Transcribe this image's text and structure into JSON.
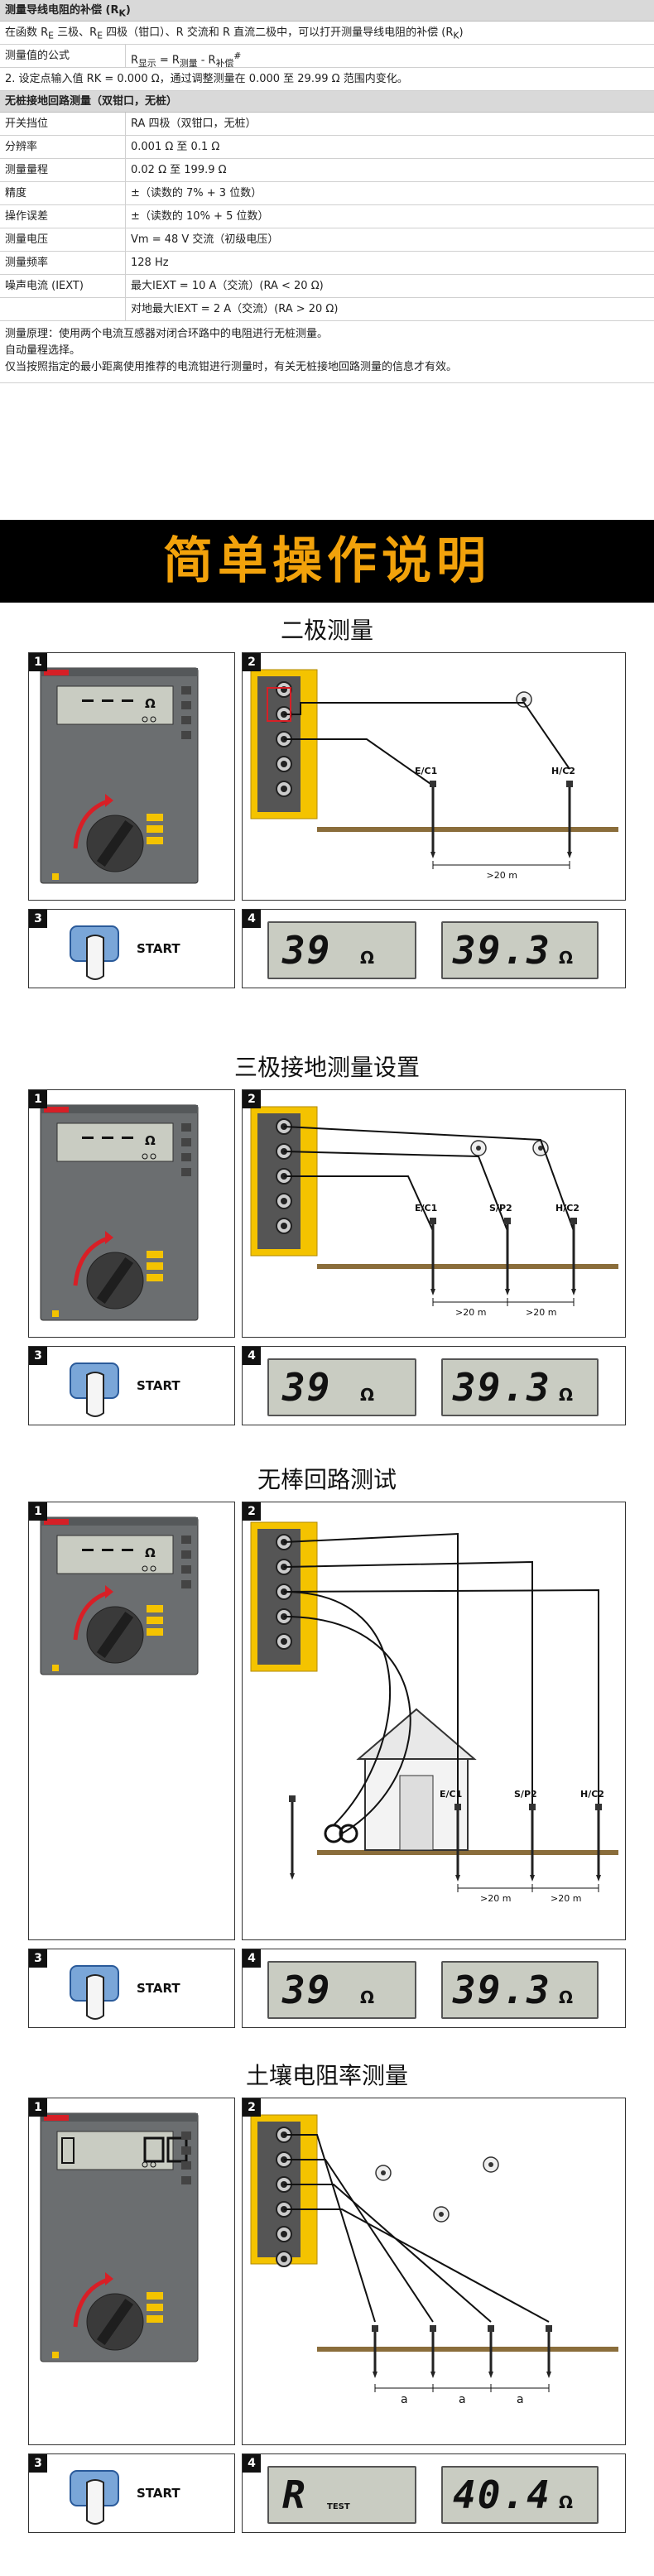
{
  "spec": {
    "sec1": "测量导线电阻的补偿 (R",
    "sec1_sub": "K",
    "sec1_close": ")",
    "row1": "在函数 R",
    "row1_subE1": "E",
    "row1_b": " 三极、R",
    "row1_subE2": "E",
    "row1_c": " 四极（钳口）、R 交流和 R 直流二极中，可以打开测量导线电阻的补偿 (R",
    "row1_subK": "K",
    "row1_d": ")",
    "formula_key": "测量值的公式",
    "formula_a": "R",
    "formula_sub1": "显示",
    "formula_b": " = R",
    "formula_sub2": "测量",
    "formula_c": " - R",
    "formula_sub3": "补偿",
    "formula_sup": "#",
    "row3": "2. 设定点输入值 RK = 0.000 Ω，通过调整测量在 0.000 至 29.99 Ω 范围内变化。",
    "sec2": "无桩接地回路测量（双钳口，无桩）",
    "rows": [
      {
        "k": "开关挡位",
        "v": "RA 四极（双钳口，无桩）"
      },
      {
        "k": "分辨率",
        "v": "0.001 Ω 至 0.1 Ω"
      },
      {
        "k": "测量量程",
        "v": "0.02 Ω 至 199.9 Ω"
      },
      {
        "k": "精度",
        "v": "±（读数的 7% + 3 位数）"
      },
      {
        "k": "操作误差",
        "v": "±（读数的 10% + 5 位数）"
      },
      {
        "k": "测量电压",
        "v": "Vm = 48 V 交流（初级电压）"
      },
      {
        "k": "测量频率",
        "v": "128 Hz"
      },
      {
        "k": "噪声电流 (IEXT)",
        "v": "最大IEXT = 10 A（交流）(RA < 20 Ω)"
      },
      {
        "k": "",
        "v": "对地最大IEXT = 2 A（交流）(RA > 20 Ω)"
      }
    ],
    "notes": [
      "测量原理：使用两个电流互感器对闭合环路中的电阻进行无桩测量。",
      "自动量程选择。",
      "仅当按照指定的最小距离使用推荐的电流钳进行测量时，有关无桩接地回路测量的信息才有效。"
    ]
  },
  "banner": {
    "title": "简单操作说明"
  },
  "sections": [
    {
      "title": "二极测量",
      "labels": [
        "E/C1",
        "H/C2"
      ],
      "dists": [
        ">20 m"
      ],
      "lcd1": "39",
      "lcd2": "39.3",
      "unit": "Ω",
      "start": "START",
      "nums": [
        "1",
        "2",
        "3",
        "4"
      ]
    },
    {
      "title": "三极接地测量设置",
      "labels": [
        "E/C1",
        "S/P2",
        "H/C2"
      ],
      "dists": [
        ">20 m",
        ">20 m"
      ],
      "lcd1": "39",
      "lcd2": "39.3",
      "unit": "Ω",
      "start": "START",
      "nums": [
        "1",
        "2",
        "3",
        "4"
      ]
    },
    {
      "title": "无棒回路测试",
      "labels": [
        "E/C1",
        "S/P2",
        "H/C2"
      ],
      "dists": [
        ">20 m",
        ">20 m"
      ],
      "lcd1": "39",
      "lcd2": "39.3",
      "unit": "Ω",
      "start": "START",
      "nums": [
        "1",
        "2",
        "3",
        "4"
      ]
    },
    {
      "title": "土壤电阻率测量",
      "labels": [
        "a",
        "a",
        "a"
      ],
      "lcd1": "R",
      "lcd2": "40.4",
      "unit": "Ω",
      "start": "START",
      "lcd_test": "TEST",
      "nums": [
        "1",
        "2",
        "3",
        "4"
      ],
      "meter_reading": "0.0"
    }
  ],
  "colors": {
    "accent": "#f2a20b",
    "meter_gray": "#6b6e70",
    "meter_yellow": "#f4c300",
    "lcd": "#c9ccc2",
    "red_arrow": "#d81f26"
  }
}
